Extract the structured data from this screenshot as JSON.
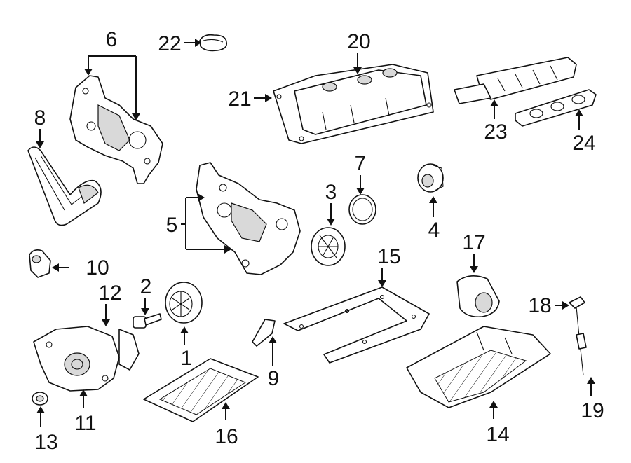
{
  "diagram": {
    "colors": {
      "line": "#111111",
      "fill": "#ffffff",
      "shade": "#d9d9d9"
    },
    "callouts": [
      {
        "id": "1",
        "label": "1"
      },
      {
        "id": "2",
        "label": "2"
      },
      {
        "id": "3",
        "label": "3"
      },
      {
        "id": "4",
        "label": "4"
      },
      {
        "id": "5",
        "label": "5"
      },
      {
        "id": "6",
        "label": "6"
      },
      {
        "id": "7",
        "label": "7"
      },
      {
        "id": "8",
        "label": "8"
      },
      {
        "id": "9",
        "label": "9"
      },
      {
        "id": "10",
        "label": "10"
      },
      {
        "id": "11",
        "label": "11"
      },
      {
        "id": "12",
        "label": "12"
      },
      {
        "id": "13",
        "label": "13"
      },
      {
        "id": "14",
        "label": "14"
      },
      {
        "id": "15",
        "label": "15"
      },
      {
        "id": "16",
        "label": "16"
      },
      {
        "id": "17",
        "label": "17"
      },
      {
        "id": "18",
        "label": "18"
      },
      {
        "id": "19",
        "label": "19"
      },
      {
        "id": "20",
        "label": "20"
      },
      {
        "id": "21",
        "label": "21"
      },
      {
        "id": "22",
        "label": "22"
      },
      {
        "id": "23",
        "label": "23"
      },
      {
        "id": "24",
        "label": "24"
      }
    ]
  }
}
